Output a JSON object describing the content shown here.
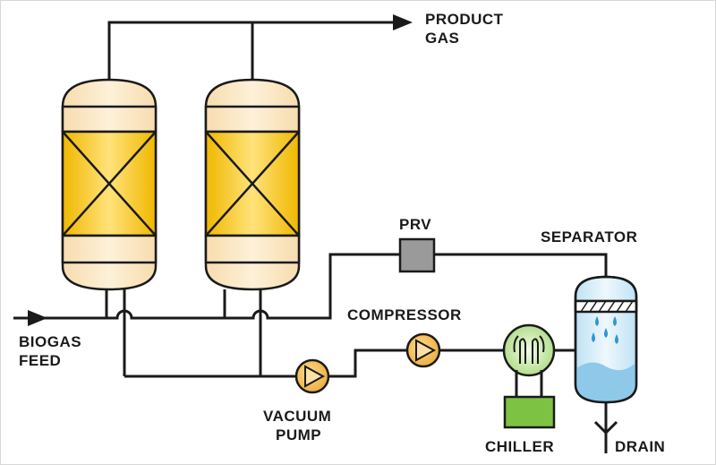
{
  "labels": {
    "product_gas_line1": "PRODUCT",
    "product_gas_line2": "GAS",
    "prv": "PRV",
    "separator": "SEPARATOR",
    "compressor": "COMPRESSOR",
    "biogas_line1": "BIOGAS",
    "biogas_line2": "FEED",
    "vacuum_line1": "VACUUM",
    "vacuum_line2": "PUMP",
    "chiller": "CHILLER",
    "drain": "DRAIN"
  },
  "colors": {
    "vessel_body": "#fbe6bf",
    "packed_bed": "#f5c31a",
    "pump": "#f2b84b",
    "prv": "#9a9a9a",
    "chiller_box": "#7dc242",
    "chiller_coil": "#c9eaa8",
    "separator_body": "#d3ecf8",
    "separator_water": "#8ec9ea",
    "droplet": "#2f96d4",
    "line": "#1a1a1a"
  }
}
